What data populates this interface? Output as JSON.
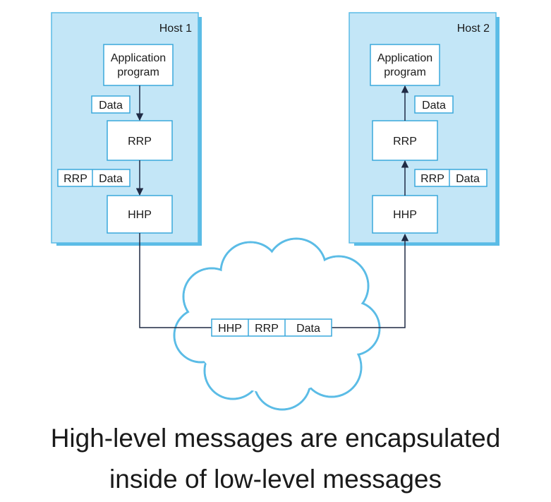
{
  "host1": {
    "title": "Host 1",
    "app_line1": "Application",
    "app_line2": "program",
    "rrp": "RRP",
    "hhp": "HHP",
    "data_label": "Data",
    "rrp_header": "RRP",
    "rrp_data": "Data"
  },
  "host2": {
    "title": "Host 2",
    "app_line1": "Application",
    "app_line2": "program",
    "rrp": "RRP",
    "hhp": "HHP",
    "data_label": "Data",
    "rrp_header": "RRP",
    "rrp_data": "Data"
  },
  "network_packet": {
    "hhp": "HHP",
    "rrp": "RRP",
    "data": "Data"
  },
  "caption": {
    "line1": "High-level messages are encapsulated",
    "line2": "inside of low-level messages"
  },
  "colors": {
    "host_fill": "#c3e6f7",
    "host_border": "#5bbce6",
    "box_border": "#3aa9dc",
    "line": "#1f2a44"
  }
}
